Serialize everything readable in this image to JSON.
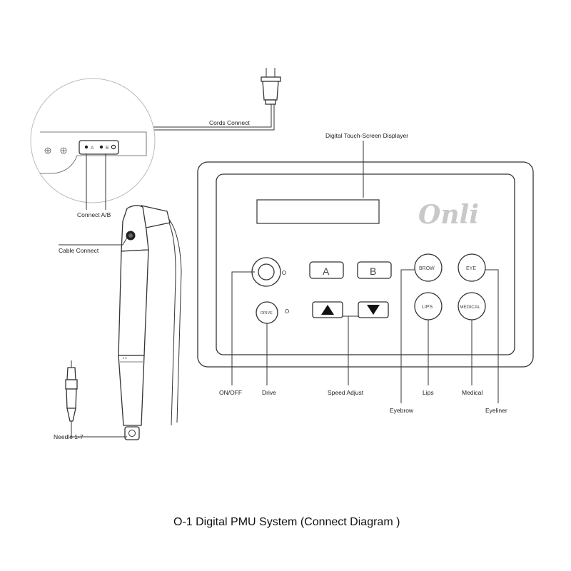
{
  "caption": "O-1 Digital PMU System (Connect Diagram )",
  "brand": "Onli",
  "labels": {
    "cords_connect": "Cords Connect",
    "digital_display": "Digital Touch-Screen Displayer",
    "connect_ab": "Connect A/B",
    "cable_connect": "Cable Connect",
    "needle": "Needle 1-7",
    "on_off": "ON/OFF",
    "drive": "Drive",
    "speed_adjust": "Speed Adjust",
    "eyebrow": "Eyebrow",
    "lips": "Lips",
    "medical": "Medical",
    "eyeliner": "Eyeliner"
  },
  "panel": {
    "btn_a": "A",
    "btn_b": "B",
    "btn_brow": "BROW",
    "btn_eye": "EYE",
    "btn_lips": "LIPS",
    "btn_medical": "MEDICAL",
    "btn_drive": "DRIVE",
    "port_a": "A",
    "port_b": "B"
  },
  "icons": [
    "plug-icon",
    "power-icon",
    "arrow-up-icon",
    "arrow-down-icon",
    "screw-icon"
  ]
}
